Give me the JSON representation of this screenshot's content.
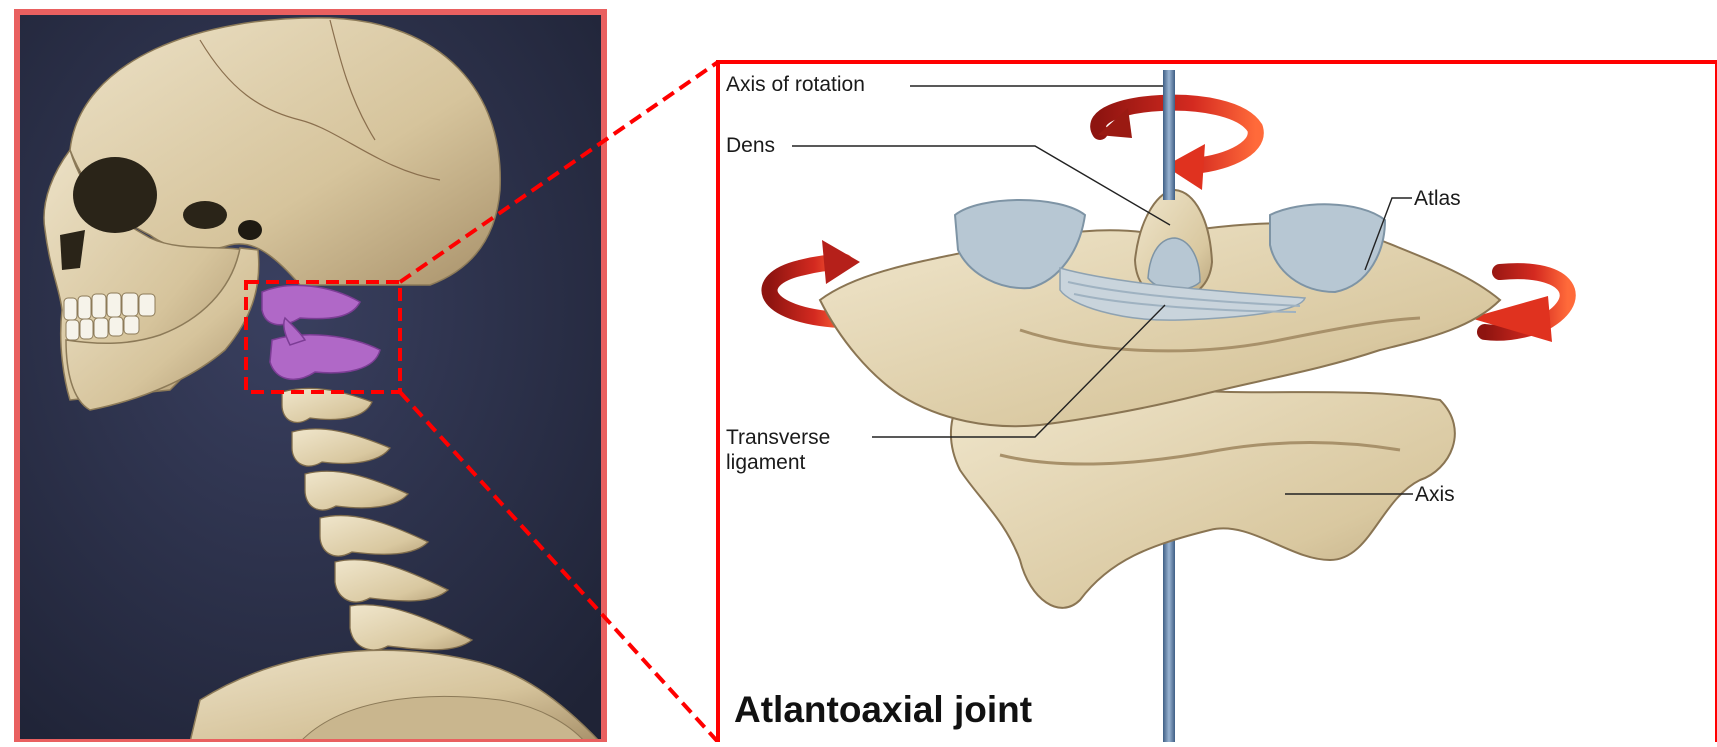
{
  "figure": {
    "title": "Atlantoaxial joint",
    "labels": {
      "axis_of_rotation": "Axis of rotation",
      "dens": "Dens",
      "atlas": "Atlas",
      "transverse_ligament": "Transverse\nligament",
      "axis": "Axis"
    }
  },
  "colors": {
    "highlight_frame": "#ff0000",
    "photo_frame": "#e96060",
    "photo_background": "#2b3046",
    "bone": "#d9c9a3",
    "highlighted_vertebrae": "#b068c7",
    "rotation_arrow": "#c8201c",
    "rotation_axis_rod": "#5c7fa8",
    "cartilage": "#b7c7d3"
  }
}
